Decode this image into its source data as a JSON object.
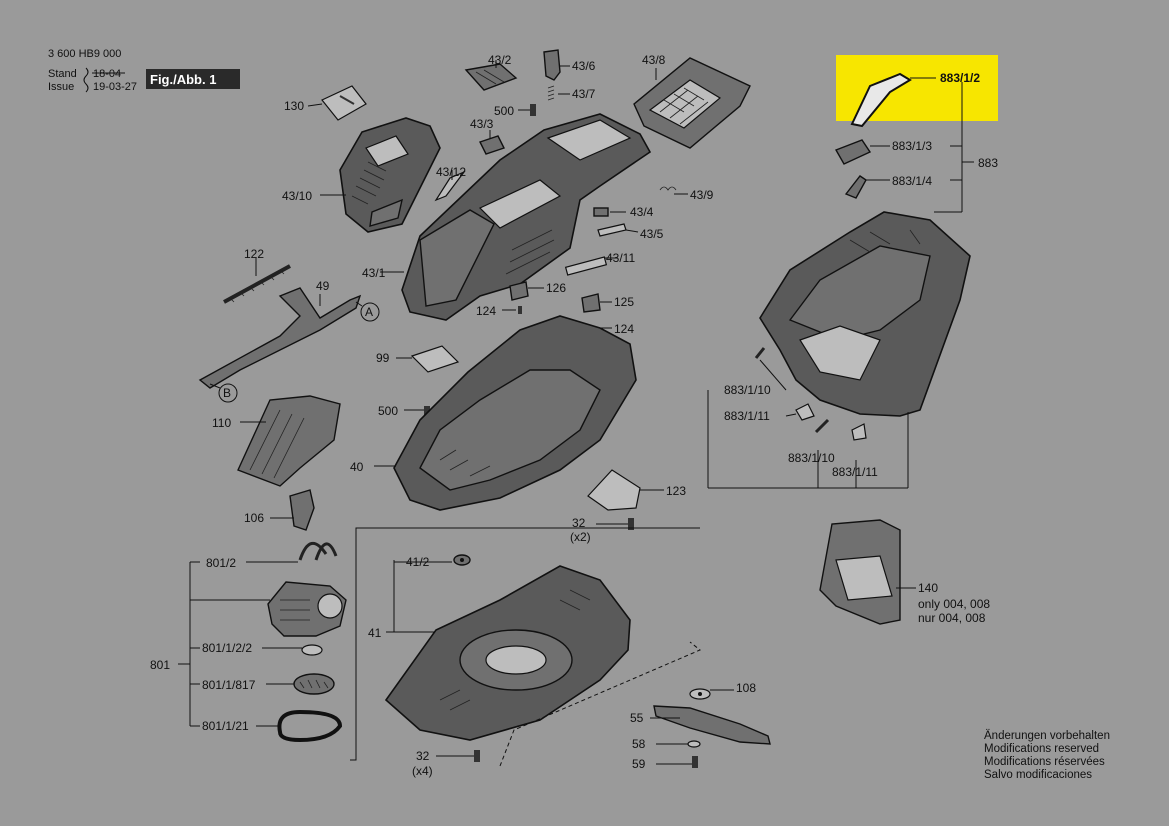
{
  "header": {
    "doc_number": "3 600 HB9 000",
    "stand_label": "Stand",
    "stand_old": "18-04",
    "issue_label": "Issue",
    "issue_date": "19-03-27",
    "figure_label": "Fig./Abb. 1"
  },
  "highlight": {
    "part": "883/1/2",
    "color": "#f7e600"
  },
  "group_labels": {
    "g883": "883",
    "g801": "801",
    "g41": "41"
  },
  "parts": {
    "p130": "130",
    "p43_10": "43/10",
    "p43_12": "43/12",
    "p43_1": "43/1",
    "p43_2": "43/2",
    "p43_6": "43/6",
    "p43_7": "43/7",
    "p500a": "500",
    "p43_3": "43/3",
    "p43_8": "43/8",
    "p43_9": "43/9",
    "p43_4": "43/4",
    "p43_5": "43/5",
    "p43_11": "43/11",
    "p126": "126",
    "p125": "125",
    "p124a": "124",
    "p124b": "124",
    "p122": "122",
    "p49": "49",
    "pA": "A",
    "pB": "B",
    "p99": "99",
    "p500b": "500",
    "p110": "110",
    "p40": "40",
    "p106": "106",
    "p123": "123",
    "p32a": "32",
    "p32a_qty": "(x2)",
    "p883_1_2": "883/1/2",
    "p883_1_3": "883/1/3",
    "p883_1_4": "883/1/4",
    "p883_1_10a": "883/1/10",
    "p883_1_11a": "883/1/11",
    "p883_1_10b": "883/1/10",
    "p883_1_11b": "883/1/11",
    "p140": "140",
    "p140_note1": "only 004, 008",
    "p140_note2": "nur 004, 008",
    "p801_2": "801/2",
    "p801_1_2_2": "801/1/2/2",
    "p801_1_817": "801/1/817",
    "p801_1_21": "801/1/21",
    "p41_2": "41/2",
    "p108": "108",
    "p55": "55",
    "p58": "58",
    "p59": "59",
    "p32b": "32",
    "p32b_qty": "(x4)"
  },
  "footer_notes": [
    "Änderungen vorbehalten",
    "Modifications reserved",
    "Modifications réservées",
    "Salvo modificaciones"
  ]
}
